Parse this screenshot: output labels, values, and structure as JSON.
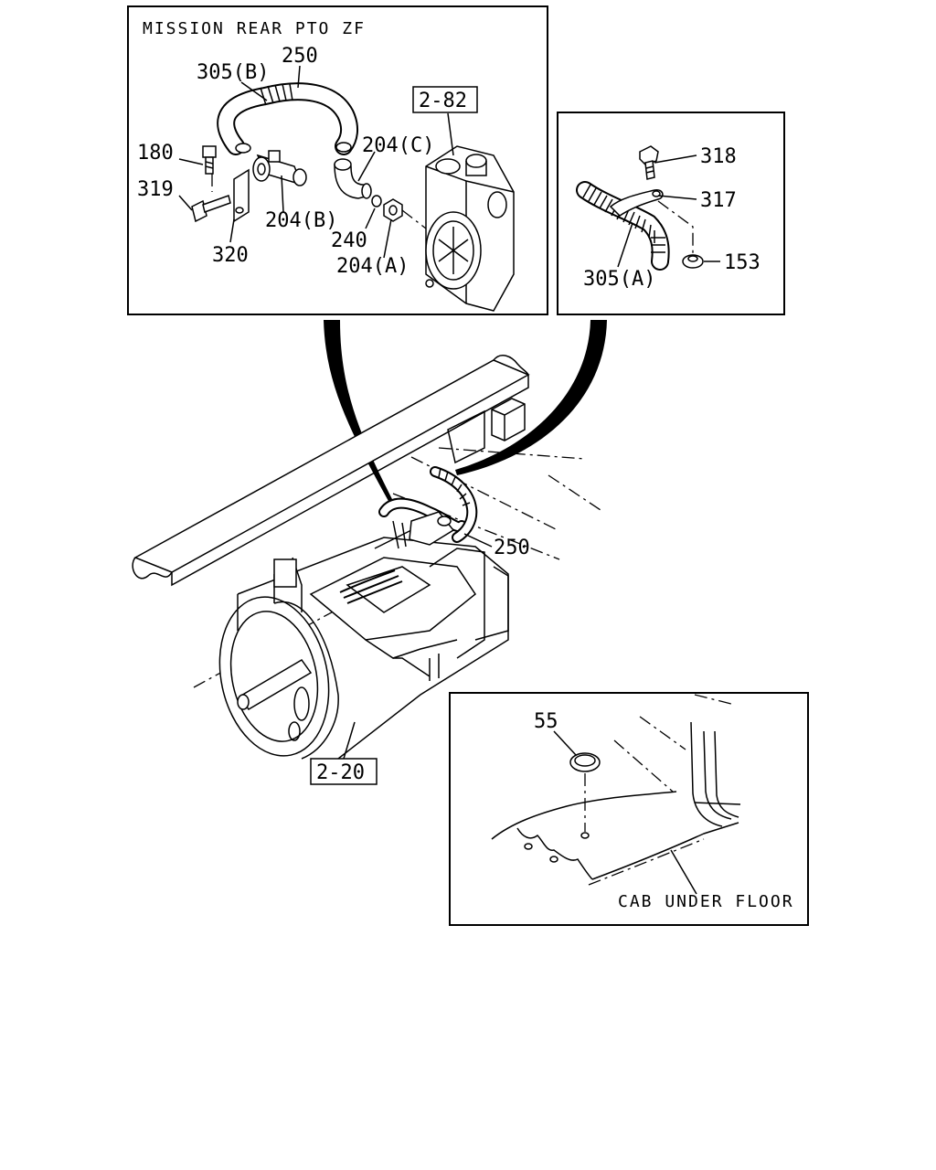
{
  "title": "MISSION REAR PTO ZF",
  "callouts": {
    "c305b": "305(B)",
    "c250_top": "250",
    "c180": "180",
    "c319": "319",
    "c320": "320",
    "c204b": "204(B)",
    "c204c": "204(C)",
    "c240": "240",
    "c204a": "204(A)",
    "c318": "318",
    "c317": "317",
    "c153": "153",
    "c305a": "305(A)",
    "c250_main": "250",
    "c55": "55"
  },
  "refs": {
    "ref_282": "2-82",
    "ref_220": "2-20"
  },
  "cab_caption": "CAB UNDER FLOOR"
}
